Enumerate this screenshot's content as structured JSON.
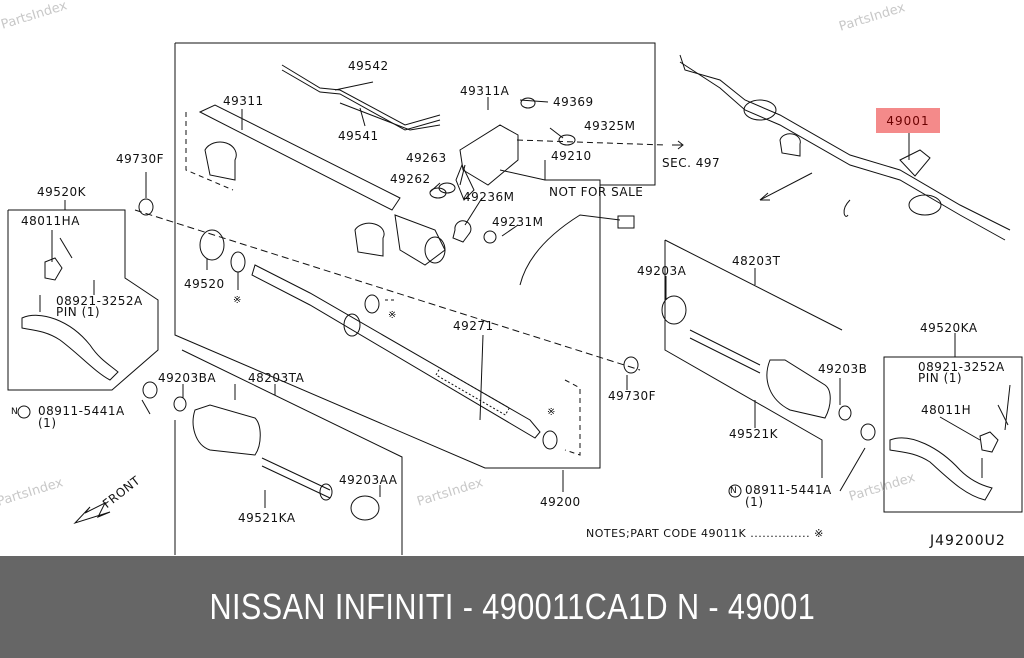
{
  "watermark": "PartsIndex",
  "callouts": {
    "p49542": "49542",
    "p49311": "49311",
    "p49311A": "49311A",
    "p49369": "49369",
    "p49541": "49541",
    "p49325M": "49325M",
    "p49263": "49263",
    "p49210": "49210",
    "p49262": "49262",
    "p49236M": "49236M",
    "sec497": "SEC. 497",
    "not_for_sale": "NOT FOR SALE",
    "p49730F_top": "49730F",
    "p49520K": "49520K",
    "p48011HA": "48011HA",
    "p49231M": "49231M",
    "p49520": "49520",
    "p08921_left": "08921-3252A",
    "pin_left": "PIN (1)",
    "p49203A": "49203A",
    "p48203T": "48203T",
    "p49271": "49271",
    "p49730F_right": "49730F",
    "p49203B": "49203B",
    "p49520KA": "49520KA",
    "p08921_right": "08921-3252A",
    "pin_right": "PIN (1)",
    "p48011H": "48011H",
    "p49203BA": "49203BA",
    "p48203TA": "48203TA",
    "p08911_left": "08911-5441A",
    "qty_left": "(1)",
    "p49521K": "49521K",
    "p49203AA": "49203AA",
    "p49200": "49200",
    "p08911_right": "08911-5441A",
    "qty_right": "(1)",
    "p49521KA": "49521KA",
    "front": "FRONT",
    "n_symbol": "N",
    "highlight": "49001"
  },
  "notes": "NOTES;PART CODE  49011K ............... ※",
  "diagram_code": "J49200U2",
  "footer": {
    "title": "NISSAN  INFINITI - 490011CA1D     N - 49001"
  },
  "colors": {
    "highlight_bg": "#f48a8a",
    "highlight_text": "#6b0000",
    "footer_bg": "#666666",
    "footer_text": "#ffffff"
  }
}
